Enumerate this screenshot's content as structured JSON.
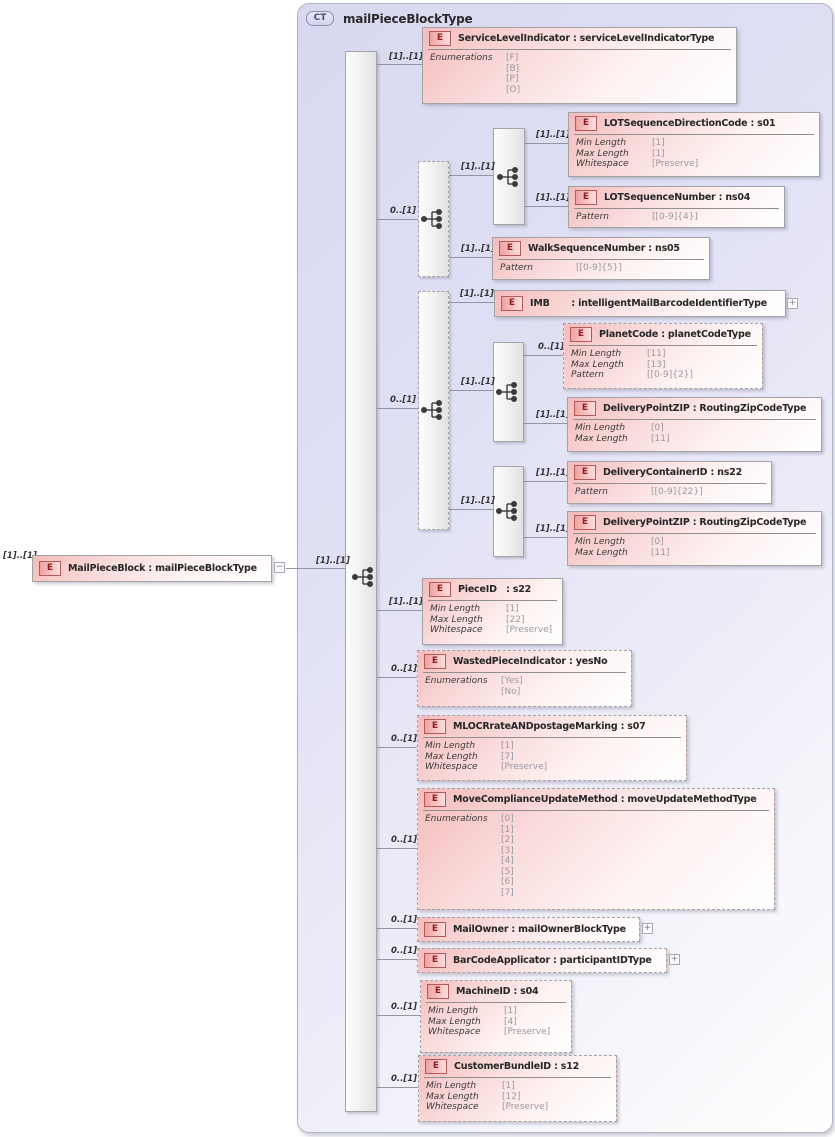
{
  "badges": {
    "element": "E"
  },
  "glyphs": {
    "expand": "+",
    "collapse": "−"
  },
  "container": {
    "badge": "CT",
    "title": "mailPieceBlockType"
  },
  "root": {
    "outer_cardinality": "[1]..[1]",
    "title": "MailPieceBlock : mailPieceBlockType",
    "inner_cardinality": "[1]..[1]"
  },
  "compositors": {
    "lot_group": {
      "cardinality": "0..[1]"
    },
    "lot_seq": {
      "cardinality": "[1]..[1]"
    },
    "imb_group": {
      "cardinality": "0..[1]"
    },
    "planet_seq": {
      "cardinality": "[1]..[1]"
    },
    "container_seq": {
      "cardinality": "[1]..[1]"
    }
  },
  "elements": [
    {
      "title": "ServiceLevelIndicator : serviceLevelIndicatorType",
      "cardinality": "[1]..[1]",
      "facets": [
        {
          "label": "Enumerations",
          "values": [
            "[F]",
            "[B]",
            "[P]",
            "[O]"
          ]
        }
      ]
    },
    {
      "title": "LOTSequenceDirectionCode : s01",
      "cardinality": "[1]..[1]",
      "facets": [
        {
          "label": "Min Length",
          "values": [
            "[1]"
          ]
        },
        {
          "label": "Max Length",
          "values": [
            "[1]"
          ]
        },
        {
          "label": "Whitespace",
          "values": [
            "[Preserve]"
          ]
        }
      ]
    },
    {
      "title": "LOTSequenceNumber : ns04",
      "cardinality": "[1]..[1]",
      "facets": [
        {
          "label": "Pattern",
          "values": [
            "[[0-9]{4}]"
          ]
        }
      ]
    },
    {
      "title": "WalkSequenceNumber : ns05",
      "cardinality": "[1]..[1]",
      "facets": [
        {
          "label": "Pattern",
          "values": [
            "[[0-9]{5}]"
          ]
        }
      ]
    },
    {
      "title": "IMB       : intelligentMailBarcodeIdentifierType",
      "cardinality": "[1]..[1]"
    },
    {
      "title": "PlanetCode : planetCodeType",
      "cardinality": "0..[1]",
      "facets": [
        {
          "label": "Min Length",
          "values": [
            "[11]"
          ]
        },
        {
          "label": "Max Length",
          "values": [
            "[13]"
          ]
        },
        {
          "label": "Pattern",
          "values": [
            "[[0-9]{2}]"
          ]
        }
      ]
    },
    {
      "title": "DeliveryPointZIP : RoutingZipCodeType",
      "cardinality": "[1]..[1]",
      "facets": [
        {
          "label": "Min Length",
          "values": [
            "[0]"
          ]
        },
        {
          "label": "Max Length",
          "values": [
            "[11]"
          ]
        }
      ]
    },
    {
      "title": "DeliveryContainerID : ns22",
      "cardinality": "[1]..[1]",
      "facets": [
        {
          "label": "Pattern",
          "values": [
            "[[0-9]{22}]"
          ]
        }
      ]
    },
    {
      "title": "DeliveryPointZIP : RoutingZipCodeType",
      "cardinality": "[1]..[1]",
      "facets": [
        {
          "label": "Min Length",
          "values": [
            "[0]"
          ]
        },
        {
          "label": "Max Length",
          "values": [
            "[11]"
          ]
        }
      ]
    },
    {
      "title": "PieceID   : s22",
      "cardinality": "[1]..[1]",
      "facets": [
        {
          "label": "Min Length",
          "values": [
            "[1]"
          ]
        },
        {
          "label": "Max Length",
          "values": [
            "[22]"
          ]
        },
        {
          "label": "Whitespace",
          "values": [
            "[Preserve]"
          ]
        }
      ]
    },
    {
      "title": "WastedPieceIndicator : yesNo",
      "cardinality": "0..[1]",
      "facets": [
        {
          "label": "Enumerations",
          "values": [
            "[Yes]",
            "[No]"
          ]
        }
      ]
    },
    {
      "title": "MLOCRrateANDpostageMarking : s07",
      "cardinality": "0..[1]",
      "facets": [
        {
          "label": "Min Length",
          "values": [
            "[1]"
          ]
        },
        {
          "label": "Max Length",
          "values": [
            "[7]"
          ]
        },
        {
          "label": "Whitespace",
          "values": [
            "[Preserve]"
          ]
        }
      ]
    },
    {
      "title": "MoveComplianceUpdateMethod : moveUpdateMethodType",
      "cardinality": "0..[1]",
      "facets": [
        {
          "label": "Enumerations",
          "values": [
            "[0]",
            "[1]",
            "[2]",
            "[3]",
            "[4]",
            "[5]",
            "[6]",
            "[7]"
          ]
        }
      ]
    },
    {
      "title": "MailOwner : mailOwnerBlockType",
      "cardinality": "0..[1]"
    },
    {
      "title": "BarCodeApplicator : participantIDType",
      "cardinality": "0..[1]"
    },
    {
      "title": "MachineID : s04",
      "cardinality": "0..[1]",
      "facets": [
        {
          "label": "Min Length",
          "values": [
            "[1]"
          ]
        },
        {
          "label": "Max Length",
          "values": [
            "[4]"
          ]
        },
        {
          "label": "Whitespace",
          "values": [
            "[Preserve]"
          ]
        }
      ]
    },
    {
      "title": "CustomerBundleID : s12",
      "cardinality": "0..[1]",
      "facets": [
        {
          "label": "Min Length",
          "values": [
            "[1]"
          ]
        },
        {
          "label": "Max Length",
          "values": [
            "[12]"
          ]
        },
        {
          "label": "Whitespace",
          "values": [
            "[Preserve]"
          ]
        }
      ]
    }
  ]
}
